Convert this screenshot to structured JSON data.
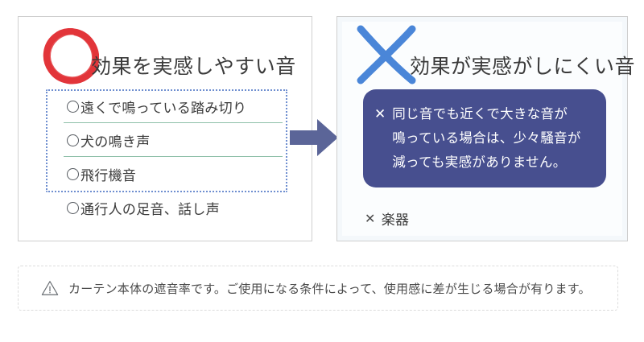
{
  "left_panel": {
    "mark": "red-hand-drawn-circle",
    "mark_color": "#e2353a",
    "heading": "効果を実感しやすい音",
    "grouped_items": [
      {
        "label": "遠くで鳴っている踏み切り"
      },
      {
        "label": "犬の鳴き声"
      },
      {
        "label": "飛行機音"
      }
    ],
    "ungrouped_items": [
      {
        "label": "通行人の足音、話し声"
      }
    ],
    "group_border_color": "#6f8fd0",
    "rule_color": "#8fc0a9"
  },
  "arrow": {
    "name": "right-arrow",
    "color": "#5b6598"
  },
  "right_panel": {
    "mark": "blue-hand-drawn-cross",
    "mark_color": "#4a86d8",
    "heading": "効果が実感がしにくい音",
    "callout": {
      "icon": "✕",
      "background": "#474f8f",
      "lines": [
        "同じ音でも近くで大きな音が",
        "鳴っている場合は、少々騒音が",
        "減っても実感がありません。"
      ]
    },
    "cross_items": [
      {
        "icon": "✕",
        "label": "楽器"
      }
    ]
  },
  "footer": {
    "icon": "warning-triangle-icon",
    "text": "カーテン本体の遮音率です。ご使用になる条件によって、使用感に差が生じる場合が有ります。"
  }
}
